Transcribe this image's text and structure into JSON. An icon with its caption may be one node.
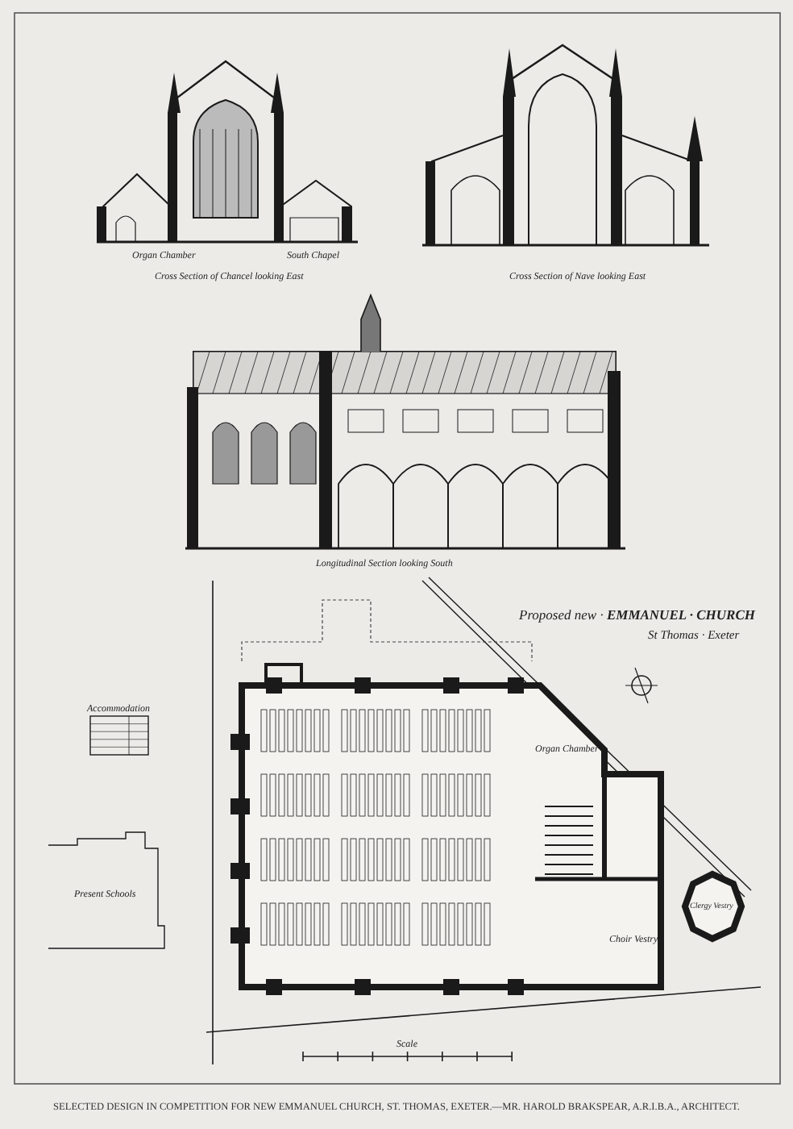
{
  "diagram": {
    "caption": "SELECTED DESIGN IN COMPETITION FOR NEW EMMANUEL CHURCH, ST. THOMAS, EXETER.—MR. HAROLD BRAKSPEAR, A.R.I.B.A., ARCHITECT.",
    "labels": [
      "Organ Chamber",
      "South Chapel",
      "Cross Section of Chancel looking East",
      "Cross Section of Nave looking East",
      "Longitudinal Section looking South",
      "Proposed new · **EMMANUEL · CHURCH**",
      "St Thomas · Exeter",
      "Accommodation",
      "Present Schools",
      "Organ Chamber",
      "Choir Vestry",
      "Clergy Vestry",
      "Scale"
    ]
  }
}
